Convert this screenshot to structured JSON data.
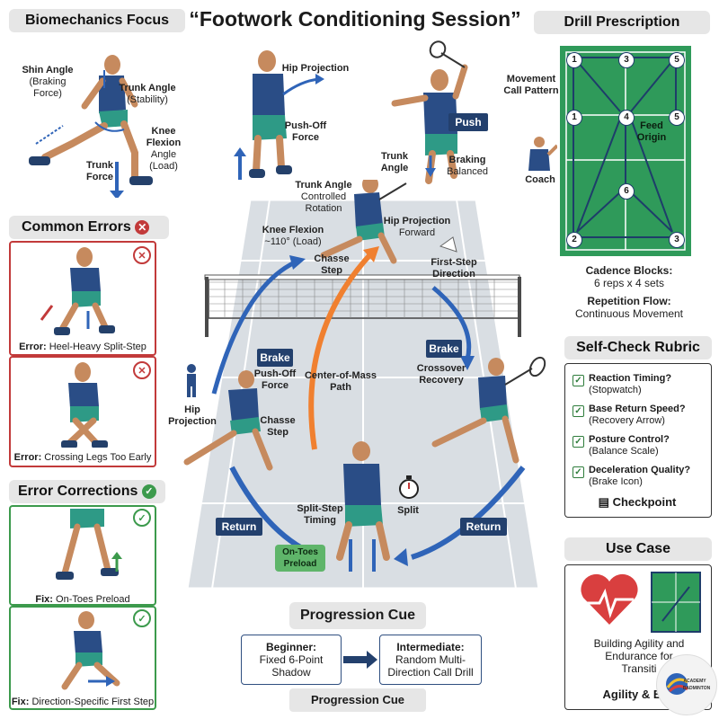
{
  "title": "“Footwork Conditioning Session”",
  "biomechanics": {
    "header": "Biomechanics Focus",
    "shin_angle": "Shin Angle",
    "shin_sub": "(Braking Force)",
    "trunk_angle": "Trunk Angle",
    "trunk_sub": "(Stability)",
    "knee_flexion": "Knee Flexion",
    "knee_sub": "Angle (Load)",
    "trunk_force_1": "Trunk",
    "trunk_force_2": "Force",
    "hip_projection": "Hip Projection",
    "push_off_1": "Push-Off",
    "push_off_2": "Force",
    "push_label": "Push",
    "braking": "Braking",
    "balanced": "Balanced"
  },
  "common_errors": {
    "header": "Common Errors",
    "error1": {
      "prefix": "Error:",
      "text": "Heel-Heavy Split-Step"
    },
    "error2": {
      "prefix": "Error:",
      "text": "Crossing Legs Too Early"
    }
  },
  "corrections": {
    "header": "Error Corrections",
    "fix1": {
      "prefix": "Fix:",
      "text": "On-Toes Preload"
    },
    "fix2": {
      "prefix": "Fix:",
      "text": "Direction-Specific First Step"
    }
  },
  "drill": {
    "header": "Drill Prescription",
    "movement_call": "Movement\nCall Pattern",
    "feed_origin": "Feed\nOrigin",
    "coach": "Coach",
    "nodes": [
      "1",
      "3",
      "5",
      "1",
      "4",
      "5",
      "6",
      "2",
      "3"
    ],
    "cadence_label": "Cadence Blocks:",
    "cadence_value": "6 reps x 4 sets",
    "flow_label": "Repetition Flow:",
    "flow_value": "Continuous Movement"
  },
  "court": {
    "trunk_angle_top": "Trunk\nAngle",
    "trunk_angle_controlled": "Trunk Angle",
    "controlled_1": "Controlled",
    "controlled_2": "Rotation",
    "knee_flexion": "Knee Flexion",
    "knee_value": "~110° (Load)",
    "hip_projection": "Hip Projection",
    "forward": "Forward",
    "chasse_step": "Chasse\nStep",
    "first_step": "First-Step\nDirection",
    "brake_left": "Brake",
    "brake_right": "Brake",
    "push_off": "Push-Off\nForce",
    "com_path": "Center-of-Mass\nPath",
    "crossover": "Crossover\nRecovery",
    "hip_proj_left": "Hip\nProjection",
    "chasse_left": "Chasse\nStep",
    "split_step": "Split-Step\nTiming",
    "split": "Split",
    "return_left": "Return",
    "return_right": "Return",
    "on_toes": "On-Toes\nPreload"
  },
  "rubric": {
    "header": "Self-Check Rubric",
    "items": [
      {
        "q": "Reaction Timing?",
        "sub": "(Stopwatch)"
      },
      {
        "q": "Base Return Speed?",
        "sub": "(Recovery Arrow)"
      },
      {
        "q": "Posture Control?",
        "sub": "(Balance Scale)"
      },
      {
        "q": "Deceleration Quality?",
        "sub": "(Brake Icon)"
      }
    ],
    "footer": "Checkpoint"
  },
  "use_case": {
    "header": "Use Case",
    "line1": "Building Agility and",
    "line2": "Endurance for",
    "line3": "Transiti",
    "footer": "Agility & End"
  },
  "progression": {
    "header": "Progression Cue",
    "beginner_label": "Beginner:",
    "beginner_text": "Fixed 6-Point\nShadow",
    "intermediate_label": "Intermediate:",
    "intermediate_text": "Random Multi-\nDirection Call Drill",
    "footer": "Progression Cue"
  },
  "logo_text": "ACADEMY BADMINTON",
  "colors": {
    "navy": "#23406d",
    "shirt": "#2a4d86",
    "shorts": "#2e9a86",
    "court_gray": "#d9dee3",
    "court_green": "#2f9a5a",
    "orange": "#f08030",
    "error_red": "#c23a3a",
    "ok_green": "#3c9a4c",
    "arrow_blue": "#2f64b8"
  }
}
